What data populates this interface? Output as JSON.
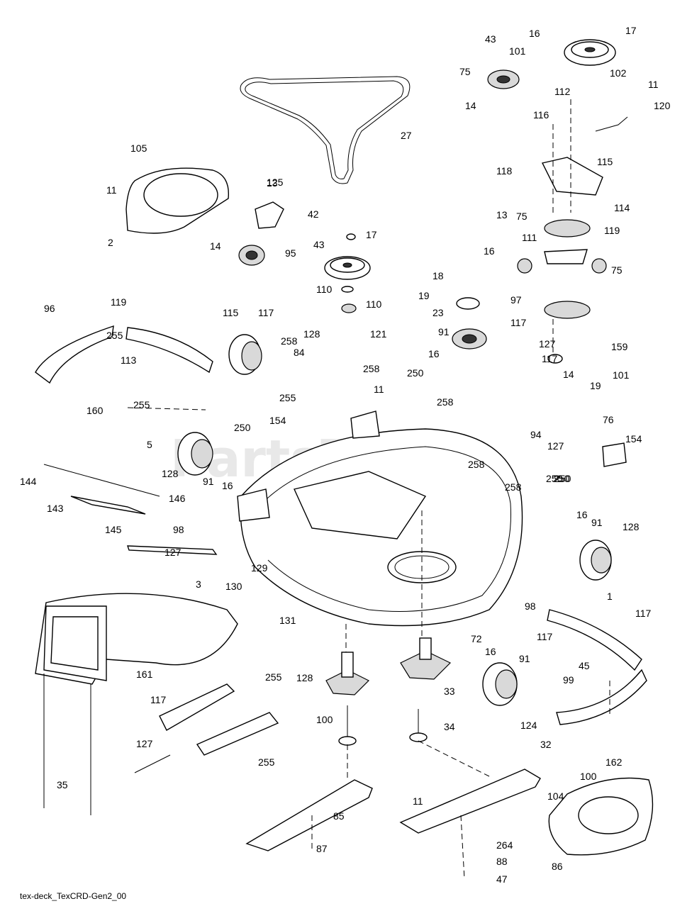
{
  "watermark": "PartsTree",
  "footer": "tex-deck_TexCRD-Gen2_00",
  "callouts": [
    "17",
    "43",
    "16",
    "101",
    "75",
    "102",
    "11",
    "112",
    "120",
    "14",
    "116",
    "27",
    "105",
    "118",
    "115",
    "11",
    "13",
    "125",
    "42",
    "13",
    "114",
    "2",
    "14",
    "95",
    "17",
    "119",
    "111",
    "43",
    "16",
    "75",
    "110",
    "110",
    "18",
    "19",
    "23",
    "97",
    "96",
    "119",
    "117",
    "159",
    "115",
    "117",
    "127",
    "128",
    "121",
    "258",
    "258",
    "84",
    "91",
    "16",
    "75",
    "14",
    "117",
    "19",
    "101",
    "113",
    "160",
    "255",
    "255",
    "11",
    "250",
    "258",
    "250",
    "154",
    "255",
    "76",
    "154",
    "5",
    "94",
    "127",
    "258",
    "258",
    "250",
    "128",
    "91",
    "16",
    "144",
    "146",
    "143",
    "250",
    "250",
    "98",
    "145",
    "16",
    "91",
    "128",
    "127",
    "129",
    "3",
    "130",
    "131",
    "98",
    "1",
    "117",
    "117",
    "161",
    "72",
    "16",
    "91",
    "128",
    "33",
    "45",
    "255",
    "99",
    "117",
    "100",
    "34",
    "124",
    "127",
    "32",
    "162",
    "255",
    "100",
    "104",
    "11",
    "85",
    "35",
    "264",
    "88",
    "87",
    "47",
    "86",
    "2"
  ]
}
